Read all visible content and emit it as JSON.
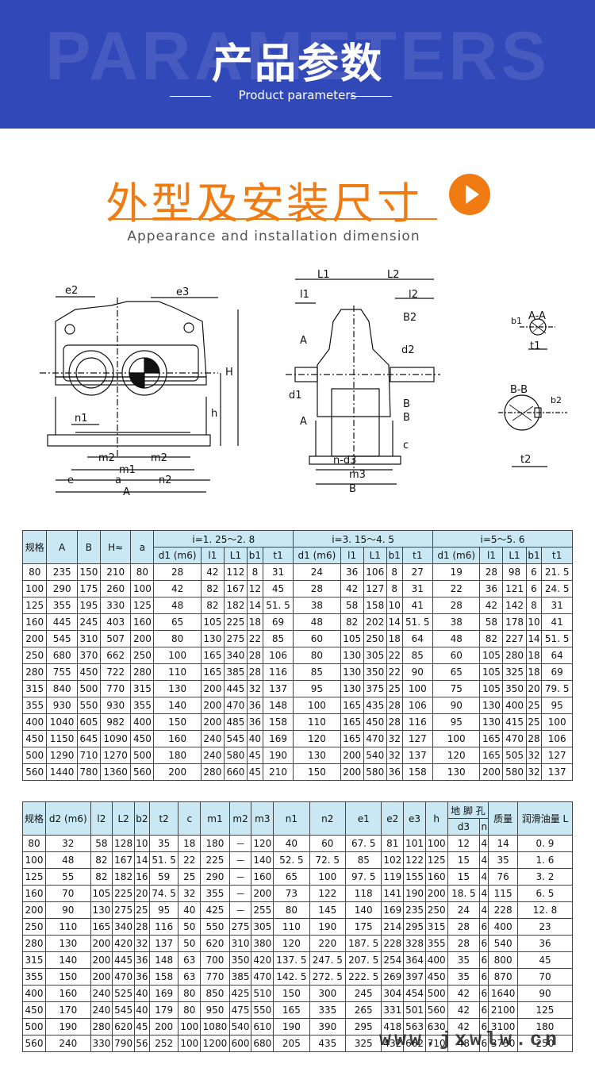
{
  "banner": {
    "bg_word": "PARAMETERS",
    "title_cn": "产品参数",
    "title_en": "Product parameters"
  },
  "section": {
    "title_cn": "外型及安装尺寸",
    "title_en": "Appearance and installation dimension",
    "icon": "play-icon"
  },
  "colors": {
    "banner": "#3148b8",
    "accent": "#ef7b12",
    "table_header": "#c9e8f4"
  },
  "drawing": {
    "front": {
      "labels": [
        "e2",
        "e3",
        "H",
        "h",
        "n1",
        "m2",
        "m2",
        "m1",
        "e",
        "a",
        "n2",
        "A"
      ]
    },
    "side": {
      "labels": [
        "L1",
        "L2",
        "l1",
        "l2",
        "B2",
        "A",
        "d2",
        "d1",
        "A",
        "B",
        "B",
        "c",
        "n-d3",
        "m3",
        "B"
      ]
    },
    "section_aa": {
      "labels": [
        "b1",
        "A-A",
        "t1"
      ]
    },
    "section_bb": {
      "labels": [
        "B-B",
        "b2",
        "t2"
      ]
    }
  },
  "table1": {
    "group_headers": [
      "i=1. 25～2. 8",
      "i=3. 15～4. 5",
      "i=5～5. 6"
    ],
    "head_fixed": [
      "规格",
      "A",
      "B",
      "H≈",
      "a"
    ],
    "sub_headers": [
      "d1 (m6)",
      "l1",
      "L1",
      "b1",
      "t1"
    ],
    "rows": [
      [
        "80",
        "235",
        "150",
        "210",
        "80",
        "28",
        "42",
        "112",
        "8",
        "31",
        "24",
        "36",
        "106",
        "8",
        "27",
        "19",
        "28",
        "98",
        "6",
        "21. 5"
      ],
      [
        "100",
        "290",
        "175",
        "260",
        "100",
        "42",
        "82",
        "167",
        "12",
        "45",
        "28",
        "42",
        "127",
        "8",
        "31",
        "22",
        "36",
        "121",
        "6",
        "24. 5"
      ],
      [
        "125",
        "355",
        "195",
        "330",
        "125",
        "48",
        "82",
        "182",
        "14",
        "51. 5",
        "38",
        "58",
        "158",
        "10",
        "41",
        "28",
        "42",
        "142",
        "8",
        "31"
      ],
      [
        "160",
        "445",
        "245",
        "403",
        "160",
        "65",
        "105",
        "225",
        "18",
        "69",
        "48",
        "82",
        "202",
        "14",
        "51. 5",
        "38",
        "58",
        "178",
        "10",
        "41"
      ],
      [
        "200",
        "545",
        "310",
        "507",
        "200",
        "80",
        "130",
        "275",
        "22",
        "85",
        "60",
        "105",
        "250",
        "18",
        "64",
        "48",
        "82",
        "227",
        "14",
        "51. 5"
      ],
      [
        "250",
        "680",
        "370",
        "662",
        "250",
        "100",
        "165",
        "340",
        "28",
        "106",
        "80",
        "130",
        "305",
        "22",
        "85",
        "60",
        "105",
        "280",
        "18",
        "64"
      ],
      [
        "280",
        "755",
        "450",
        "722",
        "280",
        "110",
        "165",
        "385",
        "28",
        "116",
        "85",
        "130",
        "350",
        "22",
        "90",
        "65",
        "105",
        "325",
        "18",
        "69"
      ],
      [
        "315",
        "840",
        "500",
        "770",
        "315",
        "130",
        "200",
        "445",
        "32",
        "137",
        "95",
        "130",
        "375",
        "25",
        "100",
        "75",
        "105",
        "350",
        "20",
        "79. 5"
      ],
      [
        "355",
        "930",
        "550",
        "930",
        "355",
        "140",
        "200",
        "470",
        "36",
        "148",
        "100",
        "165",
        "435",
        "28",
        "106",
        "90",
        "130",
        "400",
        "25",
        "95"
      ],
      [
        "400",
        "1040",
        "605",
        "982",
        "400",
        "150",
        "200",
        "485",
        "36",
        "158",
        "110",
        "165",
        "450",
        "28",
        "116",
        "95",
        "130",
        "415",
        "25",
        "100"
      ],
      [
        "450",
        "1150",
        "645",
        "1090",
        "450",
        "160",
        "240",
        "545",
        "40",
        "169",
        "120",
        "165",
        "470",
        "32",
        "127",
        "100",
        "165",
        "470",
        "28",
        "106"
      ],
      [
        "500",
        "1290",
        "710",
        "1270",
        "500",
        "180",
        "240",
        "580",
        "45",
        "190",
        "130",
        "200",
        "540",
        "32",
        "137",
        "120",
        "165",
        "505",
        "32",
        "127"
      ],
      [
        "560",
        "1440",
        "780",
        "1360",
        "560",
        "200",
        "280",
        "660",
        "45",
        "210",
        "150",
        "200",
        "580",
        "36",
        "158",
        "130",
        "200",
        "580",
        "32",
        "137"
      ]
    ]
  },
  "table2": {
    "headers": [
      "规格",
      "d2 (m6)",
      "l2",
      "L2",
      "b2",
      "t2",
      "c",
      "m1",
      "m2",
      "m3",
      "n1",
      "n2",
      "e1",
      "e2",
      "e3",
      "h",
      "地 脚 孔",
      "d3",
      "n",
      "质量",
      "润滑油量 L"
    ],
    "rows": [
      [
        "80",
        "32",
        "58",
        "128",
        "10",
        "35",
        "18",
        "180",
        "－",
        "120",
        "40",
        "60",
        "67. 5",
        "81",
        "101",
        "100",
        "12",
        "4",
        "14",
        "0. 9"
      ],
      [
        "100",
        "48",
        "82",
        "167",
        "14",
        "51. 5",
        "22",
        "225",
        "－",
        "140",
        "52. 5",
        "72. 5",
        "85",
        "102",
        "122",
        "125",
        "15",
        "4",
        "35",
        "1. 6"
      ],
      [
        "125",
        "55",
        "82",
        "182",
        "16",
        "59",
        "25",
        "290",
        "－",
        "160",
        "65",
        "100",
        "97. 5",
        "119",
        "155",
        "160",
        "15",
        "4",
        "76",
        "3. 2"
      ],
      [
        "160",
        "70",
        "105",
        "225",
        "20",
        "74. 5",
        "32",
        "355",
        "－",
        "200",
        "73",
        "122",
        "118",
        "141",
        "190",
        "200",
        "18. 5",
        "4",
        "115",
        "6. 5"
      ],
      [
        "200",
        "90",
        "130",
        "275",
        "25",
        "95",
        "40",
        "425",
        "－",
        "255",
        "80",
        "145",
        "140",
        "169",
        "235",
        "250",
        "24",
        "4",
        "228",
        "12. 8"
      ],
      [
        "250",
        "110",
        "165",
        "340",
        "28",
        "116",
        "50",
        "550",
        "275",
        "305",
        "110",
        "190",
        "175",
        "214",
        "295",
        "315",
        "28",
        "6",
        "400",
        "23"
      ],
      [
        "280",
        "130",
        "200",
        "420",
        "32",
        "137",
        "50",
        "620",
        "310",
        "380",
        "120",
        "220",
        "187. 5",
        "228",
        "328",
        "355",
        "28",
        "6",
        "540",
        "36"
      ],
      [
        "315",
        "140",
        "200",
        "445",
        "36",
        "148",
        "63",
        "700",
        "350",
        "420",
        "137. 5",
        "247. 5",
        "207. 5",
        "254",
        "364",
        "400",
        "35",
        "6",
        "800",
        "45"
      ],
      [
        "355",
        "150",
        "200",
        "470",
        "36",
        "158",
        "63",
        "770",
        "385",
        "470",
        "142. 5",
        "272. 5",
        "222. 5",
        "269",
        "397",
        "450",
        "35",
        "6",
        "870",
        "70"
      ],
      [
        "400",
        "160",
        "240",
        "525",
        "40",
        "169",
        "80",
        "850",
        "425",
        "510",
        "150",
        "300",
        "245",
        "304",
        "454",
        "500",
        "42",
        "6",
        "1640",
        "90"
      ],
      [
        "450",
        "170",
        "240",
        "545",
        "40",
        "179",
        "80",
        "950",
        "475",
        "550",
        "165",
        "335",
        "265",
        "331",
        "501",
        "560",
        "42",
        "6",
        "2100",
        "125"
      ],
      [
        "500",
        "190",
        "280",
        "620",
        "45",
        "200",
        "100",
        "1080",
        "540",
        "610",
        "190",
        "390",
        "295",
        "418",
        "563",
        "630",
        "42",
        "6",
        "3100",
        "180"
      ],
      [
        "560",
        "240",
        "330",
        "790",
        "56",
        "252",
        "100",
        "1200",
        "600",
        "680",
        "205",
        "435",
        "325",
        "432",
        "662",
        "710",
        "48",
        "6",
        "3730",
        "250"
      ]
    ]
  },
  "watermark": "www.jxwlw.cn"
}
